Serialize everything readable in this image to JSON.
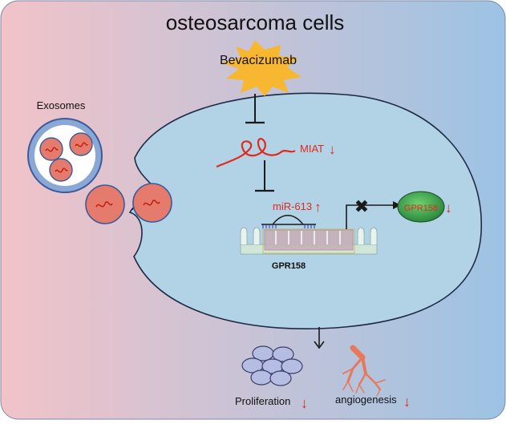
{
  "title": "osteosarcoma cells",
  "drug": "Bevacizumab",
  "exosomes_label": "Exosomes",
  "miat": {
    "label": "MIAT",
    "change": "↓"
  },
  "mir": {
    "label": "miR-613",
    "change": "↑"
  },
  "gene_label": "GPR158",
  "protein": {
    "label": "GPR158",
    "change": "↓"
  },
  "blocked_mark": "✖",
  "outcomes": {
    "proliferation": {
      "label": "Proliferation",
      "change": "↓"
    },
    "angiogenesis": {
      "label": "angiogenesis",
      "change": "↓"
    }
  },
  "colors": {
    "background_left": "#f2c3c8",
    "background_right": "#9cc3e4",
    "cell_fill": "#b2d2e6",
    "cell_stroke": "#1f2a44",
    "rna_red": "#e02a1c",
    "protein_green": "#2f9a4a",
    "exosome_fill": "#e57b6d",
    "starburst": "#f7b731",
    "vesicle": "#b6bde3"
  }
}
